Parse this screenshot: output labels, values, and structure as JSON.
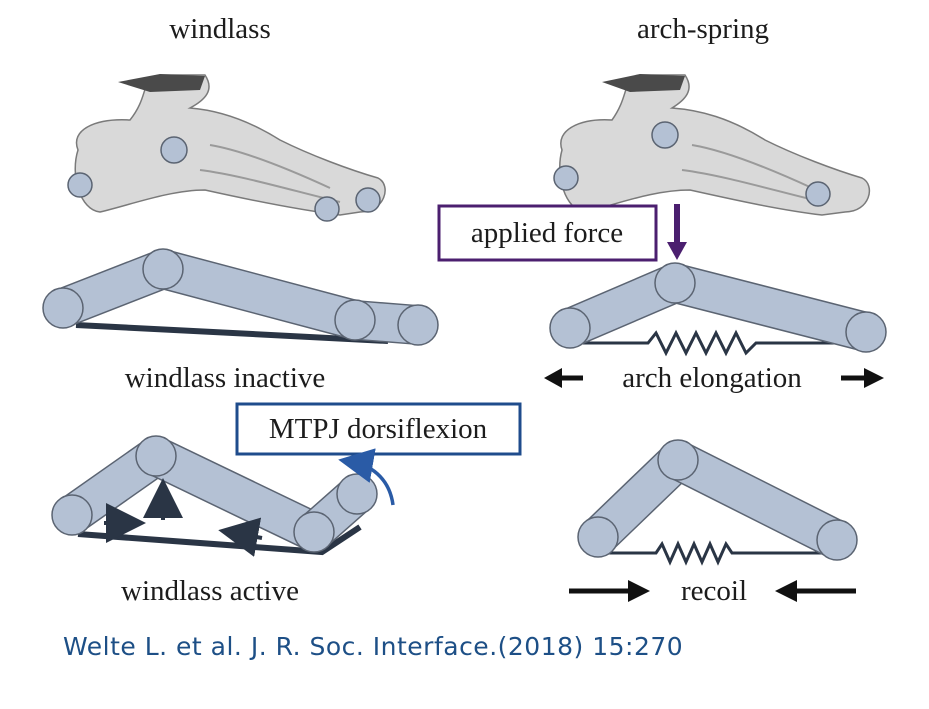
{
  "titles": {
    "left": "windlass",
    "right": "arch-spring"
  },
  "labels": {
    "windlass_inactive": "windlass inactive",
    "windlass_active": "windlass active",
    "arch_elongation": "arch elongation",
    "recoil": "recoil",
    "applied_force": "applied force",
    "mtpj_dorsiflexion": "MTPJ dorsiflexion"
  },
  "citation": "Welte L. et al. J. R. Soc. Interface.(2018) 15:270",
  "colors": {
    "segment_fill": "#b4c1d4",
    "segment_stroke": "#5b6472",
    "fascia": "#2a3545",
    "spring": "#2a3545",
    "applied_force_box": "#4b1f6f",
    "mtpj_box": "#1f4c8c",
    "rotation_arrow": "#2a5ba6",
    "citation": "#1d4f86"
  }
}
